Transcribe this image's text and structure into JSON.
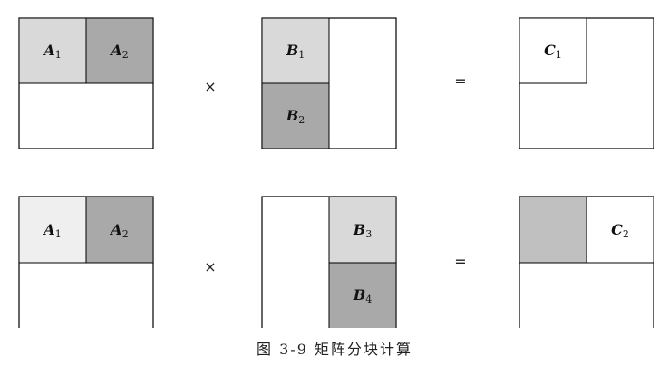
{
  "operators": {
    "times": "×",
    "equals": "="
  },
  "rows": [
    {
      "left": [
        {
          "letter": "A",
          "sub": "1"
        },
        {
          "letter": "A",
          "sub": "2"
        }
      ],
      "middle": [
        {
          "letter": "B",
          "sub": "1"
        },
        {
          "letter": "B",
          "sub": "2"
        }
      ],
      "result": [
        {
          "letter": "C",
          "sub": "1"
        }
      ]
    },
    {
      "left": [
        {
          "letter": "A",
          "sub": "1"
        },
        {
          "letter": "A",
          "sub": "2"
        }
      ],
      "middle": [
        {
          "letter": "B",
          "sub": "3"
        },
        {
          "letter": "B",
          "sub": "4"
        }
      ],
      "result": [
        {
          "letter": "C",
          "sub": "2"
        }
      ]
    }
  ],
  "colors": {
    "light": "#d9d9d9",
    "lighter": "#efefef",
    "dark": "#a9a9a9",
    "result_shade": "#c0c0c0",
    "border": "#000000"
  },
  "caption": "图 3-9   矩阵分块计算"
}
